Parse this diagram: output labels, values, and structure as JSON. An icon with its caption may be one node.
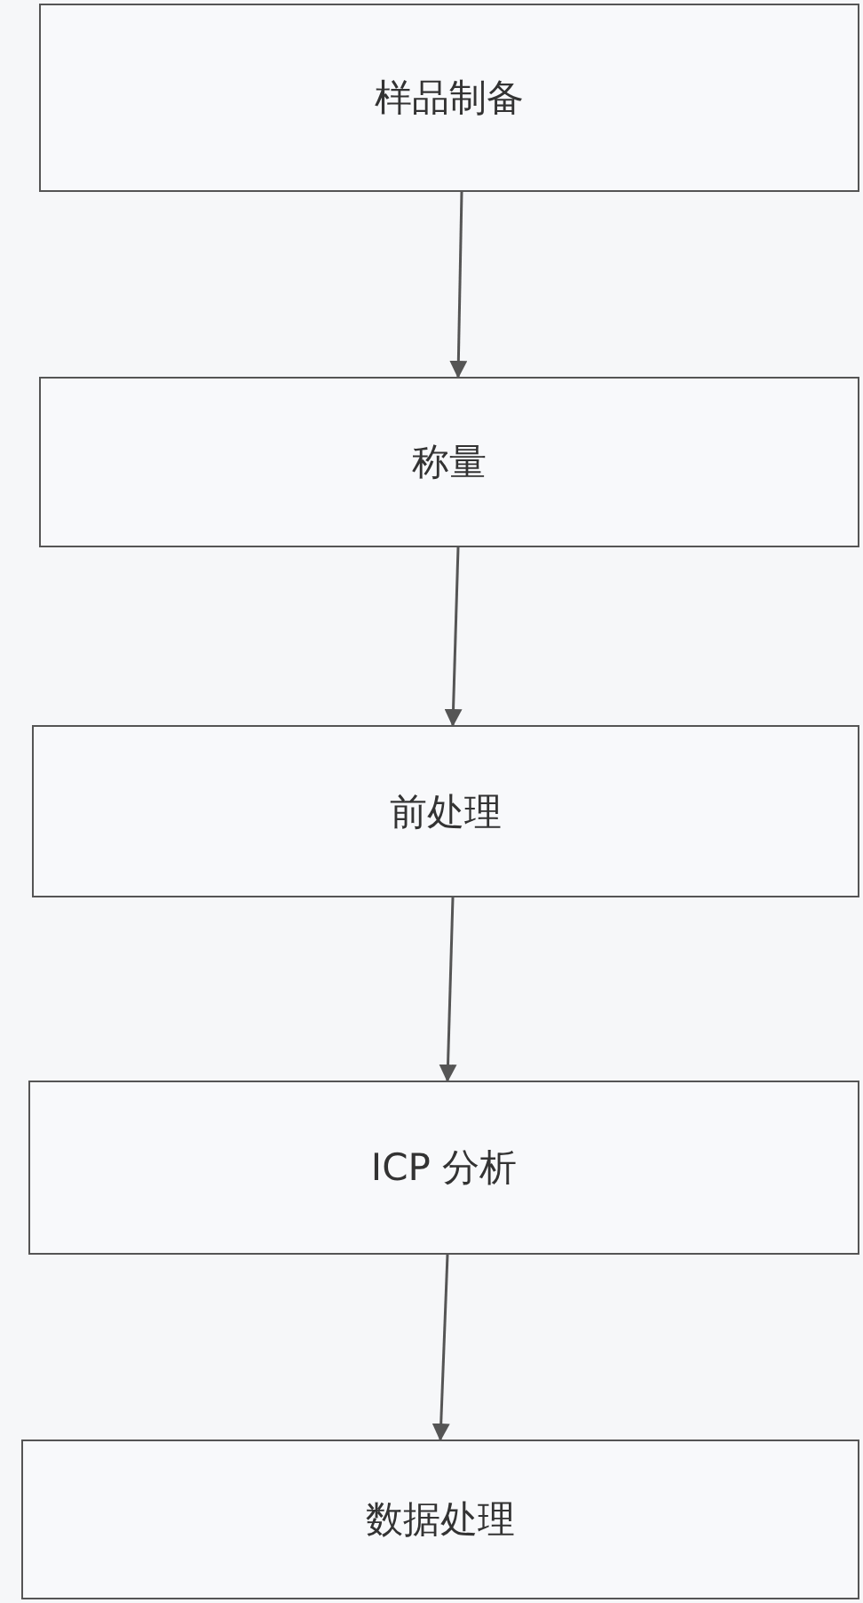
{
  "diagram": {
    "nodes": [
      {
        "text": [
          "样品制备"
        ]
      },
      {
        "text": [
          "称量"
        ]
      },
      {
        "text": [
          "前处理"
        ]
      },
      {
        "text": [
          "ICP 分析"
        ]
      },
      {
        "text": [
          "数据处理"
        ]
      }
    ],
    "edges": [
      {
        "from": 0,
        "to": 1,
        "arrow": "to"
      },
      {
        "from": 1,
        "to": 2,
        "arrow": "to"
      },
      {
        "from": 2,
        "to": 3,
        "arrow": "to"
      },
      {
        "from": 3,
        "to": 4,
        "arrow": "to"
      }
    ]
  }
}
